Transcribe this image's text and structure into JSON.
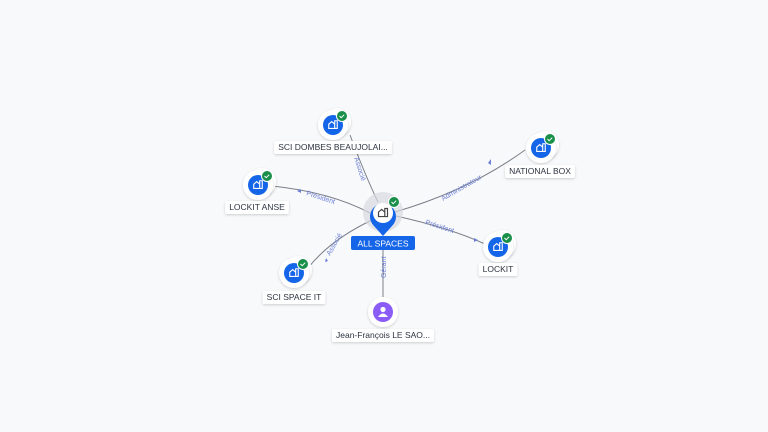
{
  "colors": {
    "accent": "#1565e8",
    "check": "#1a8f4a",
    "person": "#8b5cf6",
    "edge_label": "#6b7fd6",
    "background": "#f8f9fb"
  },
  "center": {
    "label": "ALL SPACES",
    "icon": "building-icon"
  },
  "nodes": [
    {
      "id": "dombes",
      "label": "SCI DOMBES BEAUJOLAI...",
      "icon": "building-icon",
      "verified": true
    },
    {
      "id": "national",
      "label": "NATIONAL BOX",
      "icon": "building-icon",
      "verified": true
    },
    {
      "id": "anse",
      "label": "LOCKIT ANSE",
      "icon": "building-icon",
      "verified": true
    },
    {
      "id": "lockit",
      "label": "LOCKIT",
      "icon": "building-icon",
      "verified": true
    },
    {
      "id": "spaceit",
      "label": "SCI SPACE IT",
      "icon": "building-icon",
      "verified": true
    },
    {
      "id": "jf",
      "label": "Jean-François LE SAO...",
      "icon": "person-icon",
      "verified": false
    }
  ],
  "edges": [
    {
      "to": "dombes",
      "label": "Associé"
    },
    {
      "to": "national",
      "label": "Administrateur"
    },
    {
      "to": "anse",
      "label": "Président"
    },
    {
      "to": "lockit",
      "label": "Président"
    },
    {
      "to": "spaceit",
      "label": "Associé"
    },
    {
      "to": "jf",
      "label": "Gérant"
    }
  ]
}
